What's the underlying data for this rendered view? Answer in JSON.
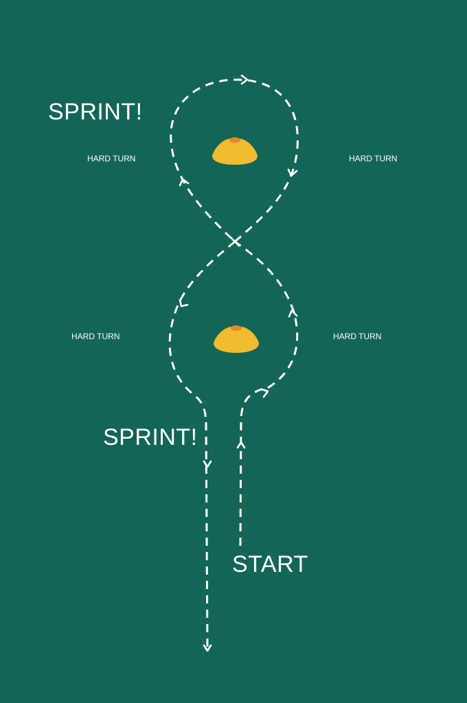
{
  "colors": {
    "background": "#136655",
    "path": "#ffffff",
    "cone": "#f2bb30",
    "cone_top": "#e8862a"
  },
  "icons": {
    "cone": "cone-icon",
    "arrow": "arrowhead-icon"
  },
  "labels": {
    "sprint_top": "SPRINT!",
    "sprint_bottom": "SPRINT!",
    "start": "START",
    "hard_turn_top_left": "HARD TURN",
    "hard_turn_top_right": "HARD TURN",
    "hard_turn_bottom_left": "HARD TURN",
    "hard_turn_bottom_right": "HARD TURN"
  }
}
